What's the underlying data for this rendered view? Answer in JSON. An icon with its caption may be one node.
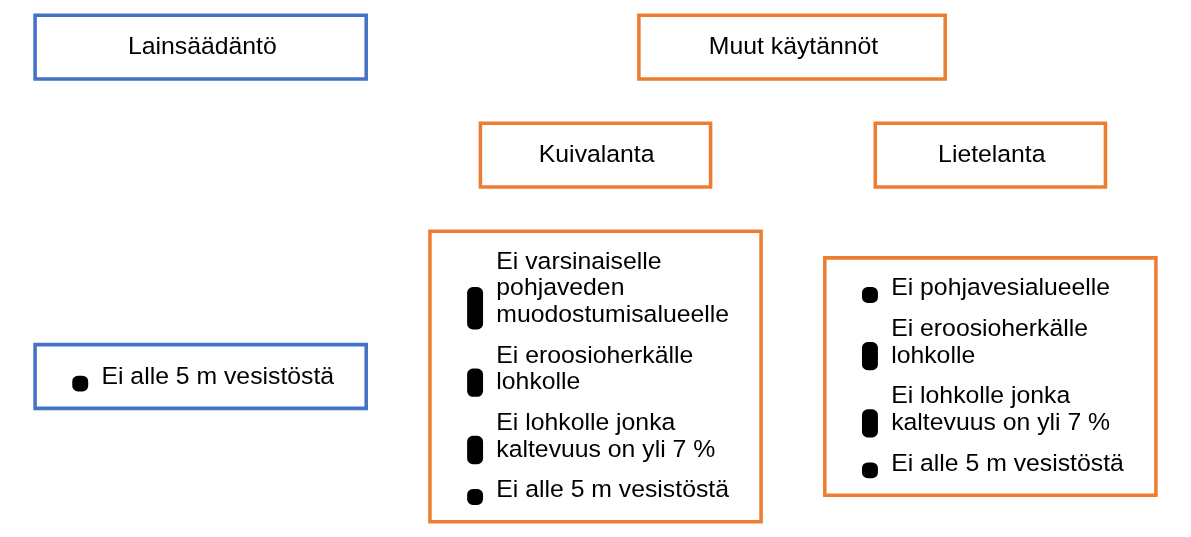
{
  "diagram": {
    "nodes": [
      {
        "text": [
          "Lainsäädäntö"
        ]
      },
      {
        "text": [
          "Ei alle 5 m vesistöstä"
        ]
      },
      {
        "text": [
          "Muut käytännöt"
        ]
      },
      {
        "text": [
          "Kuivalanta"
        ]
      },
      {
        "text": [
          "Lietelanta"
        ]
      },
      {
        "text": [
          "Ei varsinaiselle pohjaveden muodostumisalueelle",
          "Ei eroosioherkälle lohkolle",
          "Ei lohkolle jonka kaltevuus on yli 7 %",
          "Ei alle 5 m vesistöstä"
        ]
      },
      {
        "text": [
          "Ei pohjavesialueelle",
          "Ei eroosioherkälle lohkolle",
          "Ei lohkolle jonka kaltevuus on yli 7 %",
          "Ei alle 5 m vesistöstä"
        ]
      }
    ]
  }
}
